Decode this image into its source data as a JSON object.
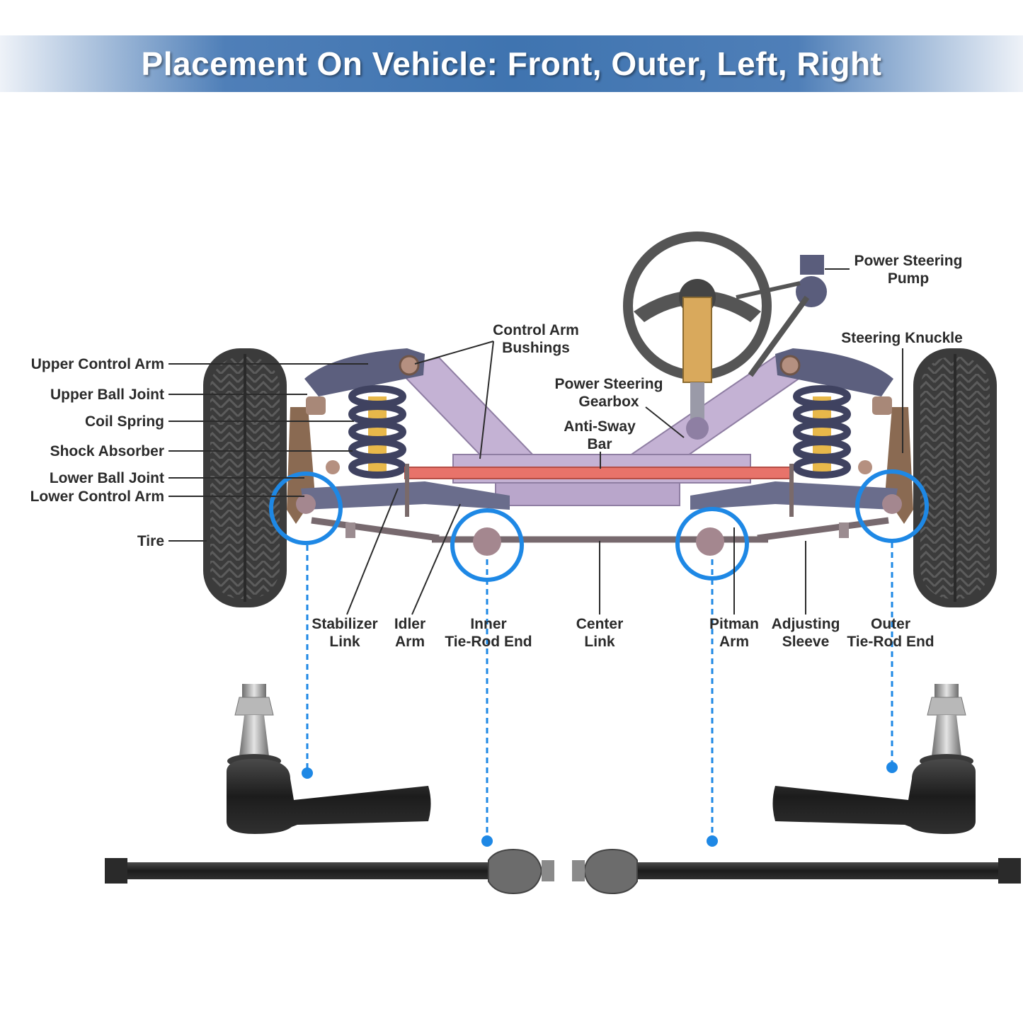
{
  "header": {
    "title": "Placement On Vehicle: Front, Outer, Left, Right"
  },
  "labels": {
    "upper_control_arm": "Upper Control Arm",
    "upper_ball_joint": "Upper Ball Joint",
    "coil_spring": "Coil Spring",
    "shock_absorber": "Shock Absorber",
    "lower_ball_joint": "Lower Ball Joint",
    "lower_control_arm": "Lower Control Arm",
    "tire": "Tire",
    "control_arm_bushings_1": "Control Arm",
    "control_arm_bushings_2": "Bushings",
    "power_steering_gearbox_1": "Power Steering",
    "power_steering_gearbox_2": "Gearbox",
    "anti_sway_bar_1": "Anti-Sway",
    "anti_sway_bar_2": "Bar",
    "power_steering_pump_1": "Power Steering",
    "power_steering_pump_2": "Pump",
    "steering_knuckle": "Steering Knuckle",
    "stabilizer_link_1": "Stabilizer",
    "stabilizer_link_2": "Link",
    "idler_arm_1": "Idler",
    "idler_arm_2": "Arm",
    "inner_tie_rod_end_1": "Inner",
    "inner_tie_rod_end_2": "Tie-Rod End",
    "center_link_1": "Center",
    "center_link_2": "Link",
    "pitman_arm_1": "Pitman",
    "pitman_arm_2": "Arm",
    "adjusting_sleeve_1": "Adjusting",
    "adjusting_sleeve_2": "Sleeve",
    "outer_tie_rod_end_1": "Outer",
    "outer_tie_rod_end_2": "Tie-Rod End"
  },
  "colors": {
    "highlight": "#1e88e5",
    "frame": "#c4b2d4",
    "arm": "#5c5f7e",
    "tire": "#3b3b3b",
    "sway_bar": "#e8736a",
    "shock": "#e8b84a"
  }
}
